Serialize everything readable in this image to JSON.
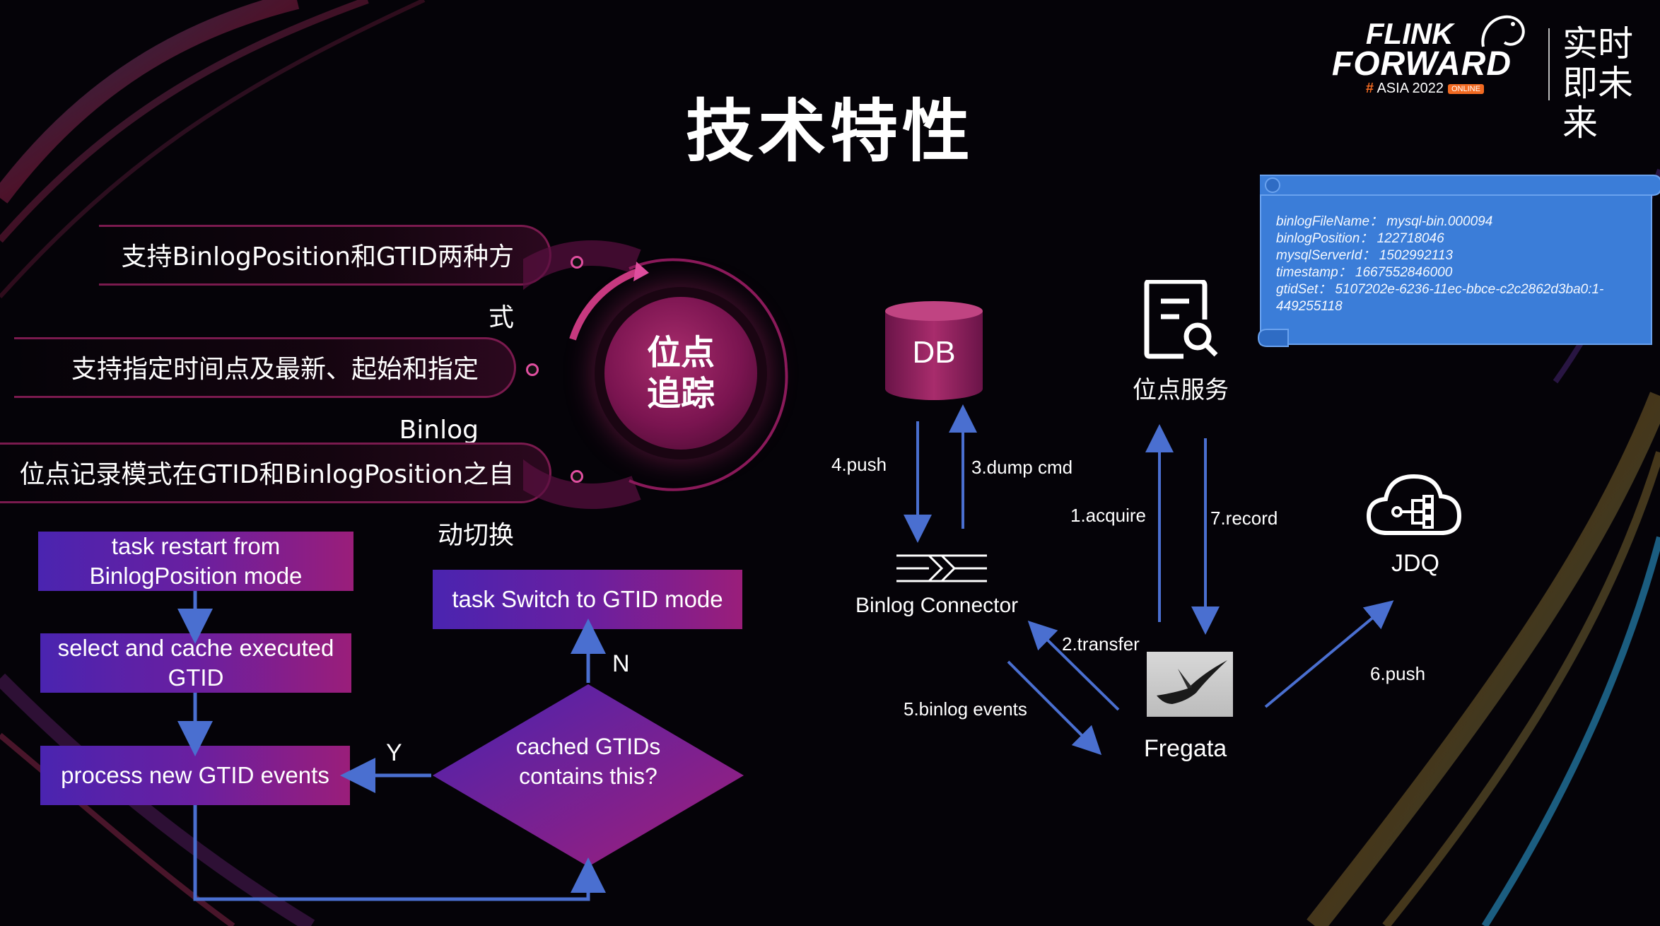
{
  "title": "技术特性",
  "logo": {
    "line1": "FLINK",
    "line2": "FORWARD",
    "hash": "#",
    "event": "ASIA 2022",
    "badge": "ONLINE",
    "slogan": "实时即未来"
  },
  "features": [
    "支持BinlogPosition和GTID两种方式",
    "支持指定时间点及最新、起始和指定Binlog",
    "位点记录模式在GTID和BinlogPosition之自动切换"
  ],
  "core": {
    "line1": "位点",
    "line2": "追踪"
  },
  "flowchart": {
    "restart": "task restart from BinlogPosition mode",
    "select": "select and cache executed GTID",
    "process": "process new GTID events",
    "decision": "cached GTIDs contains this?",
    "switch": "task Switch to GTID mode",
    "yes_label": "Y",
    "no_label": "N"
  },
  "architecture": {
    "db": "DB",
    "connector": "Binlog Connector",
    "position_service": "位点服务",
    "fregata": "Fregata",
    "jdq": "JDQ",
    "edges": {
      "push4": "4.push",
      "dump3": "3.dump cmd",
      "acquire1": "1.acquire",
      "record7": "7.record",
      "transfer2": "2.transfer",
      "binlog5": "5.binlog events",
      "push6": "6.push"
    }
  },
  "position_record": [
    "binlogFileName： mysql-bin.000094",
    "binlogPosition： 122718046",
    "mysqlServerId： 1502992113",
    "timestamp： 1667552846000",
    "gtidSet： 5107202e-6236-11ec-bbce-c2c2862d3ba0:1-",
    "449255118"
  ],
  "colors": {
    "accent_magenta": "#a82c6c",
    "flow_gradient_start": "#4a24b0",
    "flow_gradient_end": "#9a1e7a",
    "arrow_blue": "#4a6fd0",
    "scroll_blue": "#3b7dd8",
    "logo_orange": "#f26a21"
  }
}
